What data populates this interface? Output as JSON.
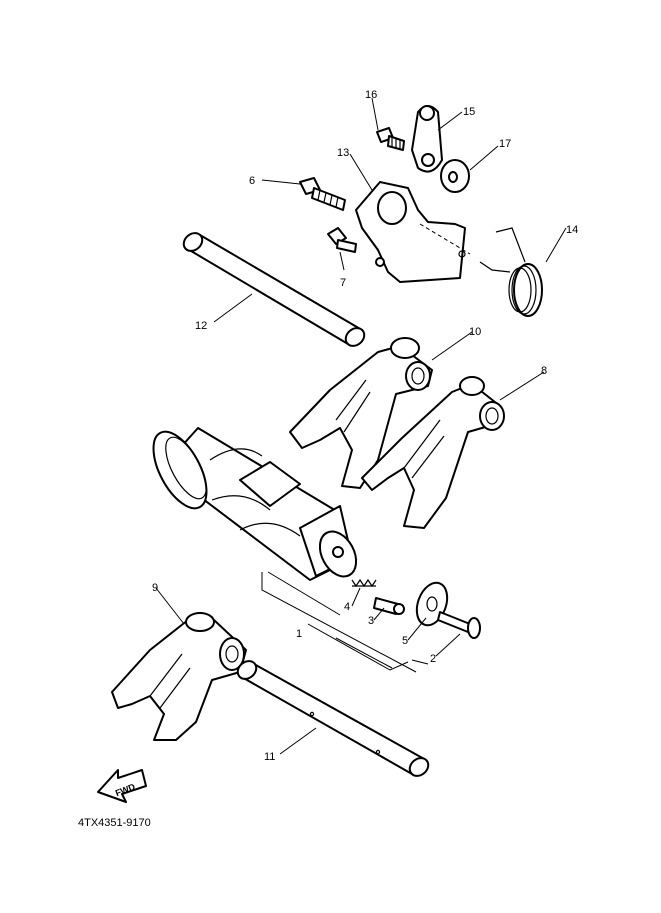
{
  "diagram": {
    "code": "4TX4351-9170",
    "fwd_label": "FWD",
    "labels": {
      "p1": "1",
      "p2": "2",
      "p3": "3",
      "p4": "4",
      "p5": "5",
      "p6": "6",
      "p7": "7",
      "p8": "8",
      "p9": "9",
      "p10": "10",
      "p11": "11",
      "p12": "12",
      "p13": "13",
      "p14": "14",
      "p15": "15",
      "p16": "16",
      "p17": "17"
    }
  }
}
